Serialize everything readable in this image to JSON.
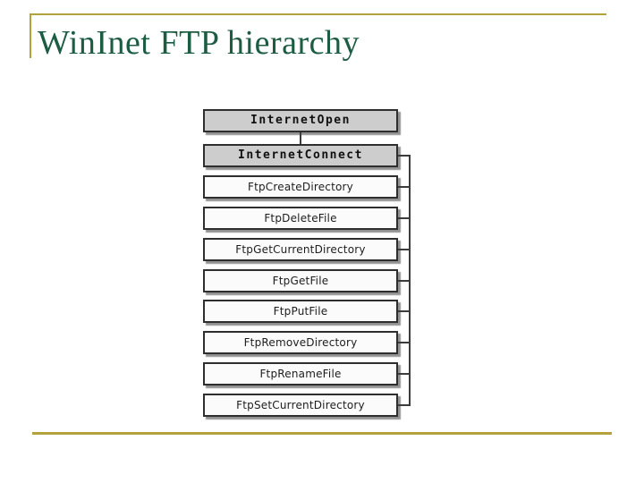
{
  "slide": {
    "title": "WinInet FTP hierarchy"
  },
  "diagram": {
    "type": "hierarchy",
    "boxes": [
      {
        "label": "InternetOpen",
        "role": "parent",
        "parent": null
      },
      {
        "label": "InternetConnect",
        "role": "parent",
        "parent": "InternetOpen"
      },
      {
        "label": "FtpCreateDirectory",
        "role": "child",
        "parent": "InternetConnect"
      },
      {
        "label": "FtpDeleteFile",
        "role": "child",
        "parent": "InternetConnect"
      },
      {
        "label": "FtpGetCurrentDirectory",
        "role": "child",
        "parent": "InternetConnect"
      },
      {
        "label": "FtpGetFile",
        "role": "child",
        "parent": "InternetConnect"
      },
      {
        "label": "FtpPutFile",
        "role": "child",
        "parent": "InternetConnect"
      },
      {
        "label": "FtpRemoveDirectory",
        "role": "child",
        "parent": "InternetConnect"
      },
      {
        "label": "FtpRenameFile",
        "role": "child",
        "parent": "InternetConnect"
      },
      {
        "label": "FtpSetCurrentDirectory",
        "role": "child",
        "parent": "InternetConnect"
      }
    ]
  },
  "colors": {
    "title_green": "#1b5c43",
    "accent_gold": "#b3a23c",
    "parent_box_fill": "#cdcdcd",
    "child_box_fill": "#fbfbfb",
    "box_border": "#2e2e2e",
    "box_shadow": "#929292",
    "connector": "#3c3c3c"
  }
}
